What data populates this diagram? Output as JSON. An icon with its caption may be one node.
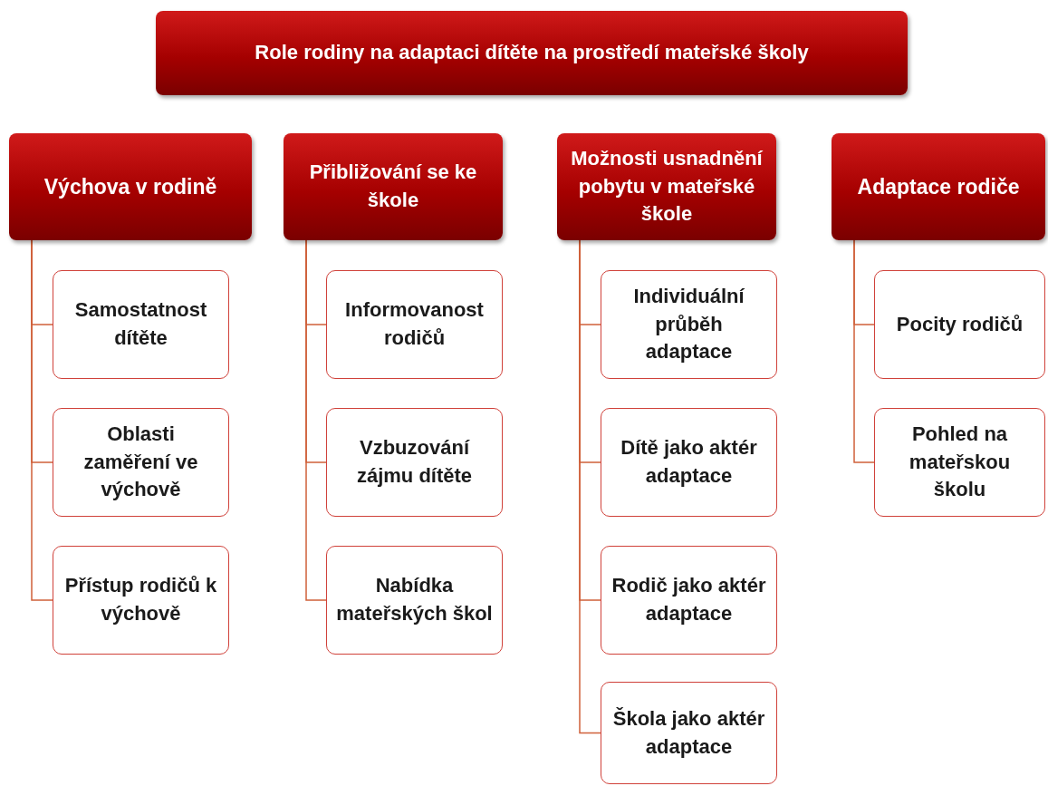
{
  "diagram": {
    "nodes": [
      {
        "text": [
          "Role rodiny na adaptaci dítěte na prostředí mateřské školy"
        ]
      },
      {
        "text": [
          "Výchova v rodině"
        ]
      },
      {
        "text": [
          "Samostatnost dítěte"
        ]
      },
      {
        "text": [
          "Oblasti zaměření ve výchově"
        ]
      },
      {
        "text": [
          "Přístup rodičů k výchově"
        ]
      },
      {
        "text": [
          "Přibližování se ke škole"
        ]
      },
      {
        "text": [
          "Informovanost rodičů"
        ]
      },
      {
        "text": [
          "Vzbuzování zájmu dítěte"
        ]
      },
      {
        "text": [
          "Nabídka mateřských škol"
        ]
      },
      {
        "text": [
          "Možnosti usnadnění pobytu v mateřské škole"
        ]
      },
      {
        "text": [
          "Individuální průběh adaptace"
        ]
      },
      {
        "text": [
          "Dítě jako aktér adaptace"
        ]
      },
      {
        "text": [
          "Rodič jako aktér adaptace"
        ]
      },
      {
        "text": [
          "Škola jako aktér adaptace"
        ]
      },
      {
        "text": [
          "Adaptace rodiče"
        ]
      },
      {
        "text": [
          "Pocity rodičů"
        ]
      },
      {
        "text": [
          "Pohled na mateřskou školu"
        ]
      }
    ],
    "edges": [
      {
        "from": 1,
        "to": 2,
        "arrow": "none"
      },
      {
        "from": 1,
        "to": 3,
        "arrow": "none"
      },
      {
        "from": 1,
        "to": 4,
        "arrow": "none"
      },
      {
        "from": 5,
        "to": 6,
        "arrow": "none"
      },
      {
        "from": 5,
        "to": 7,
        "arrow": "none"
      },
      {
        "from": 5,
        "to": 8,
        "arrow": "none"
      },
      {
        "from": 9,
        "to": 10,
        "arrow": "none"
      },
      {
        "from": 9,
        "to": 11,
        "arrow": "none"
      },
      {
        "from": 9,
        "to": 12,
        "arrow": "none"
      },
      {
        "from": 9,
        "to": 13,
        "arrow": "none"
      },
      {
        "from": 14,
        "to": 15,
        "arrow": "none"
      },
      {
        "from": 14,
        "to": 16,
        "arrow": "none"
      }
    ]
  }
}
